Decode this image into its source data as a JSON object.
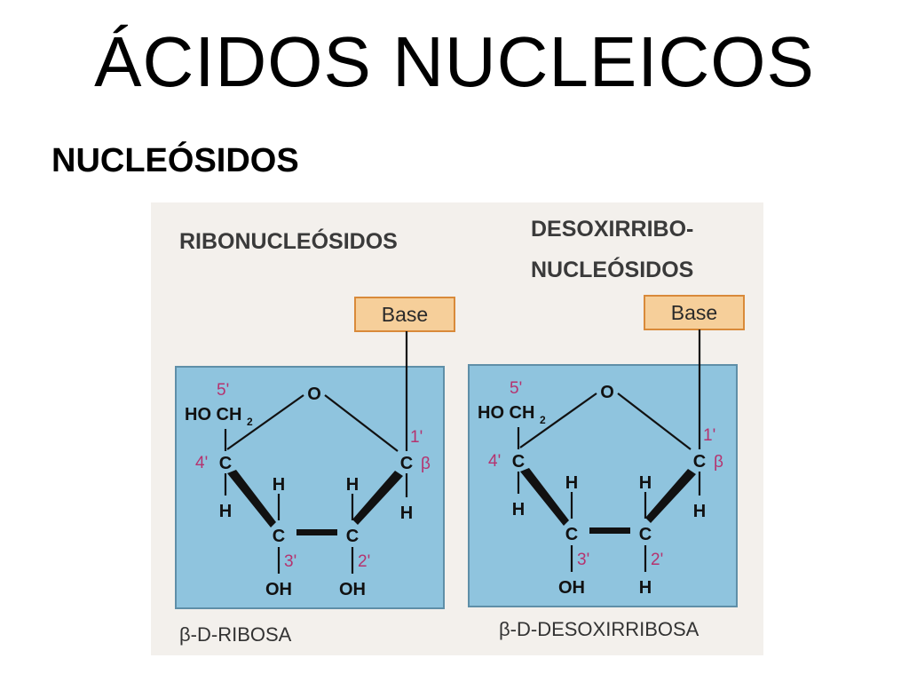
{
  "slide": {
    "title": "ÁCIDOS NUCLEICOS",
    "subtitle": "NUCLEÓSIDOS"
  },
  "figure": {
    "colors": {
      "panel": "#8fc4de",
      "panel_border": "#5f8fa8",
      "base_box": "#f6cf9a",
      "base_border": "#d98a3a",
      "numbering": "#b5336f"
    },
    "left": {
      "header": "RIBONUCLEÓSIDOS",
      "base_label": "Base",
      "ring_oxygen": "O",
      "ho_ch": "HO CH",
      "ch_subscript": "2",
      "pos5": "5'",
      "pos4": "4'",
      "pos3": "3'",
      "pos2": "2'",
      "pos1": "1'",
      "beta": "β",
      "c4": "C",
      "c3": "C",
      "c2": "C",
      "c1": "C",
      "h4": "H",
      "h3": "H",
      "h2": "H",
      "h1": "H",
      "sub3": "OH",
      "sub2": "OH",
      "caption": "β-D-RIBOSA"
    },
    "right": {
      "header_line1": "DESOXIRRIBO-",
      "header_line2": "NUCLEÓSIDOS",
      "base_label": "Base",
      "ring_oxygen": "O",
      "ho_ch": "HO CH",
      "ch_subscript": "2",
      "pos5": "5'",
      "pos4": "4'",
      "pos3": "3'",
      "pos2": "2'",
      "pos1": "1'",
      "beta": "β",
      "c4": "C",
      "c3": "C",
      "c2": "C",
      "c1": "C",
      "h4": "H",
      "h3": "H",
      "h2": "H",
      "h1": "H",
      "sub3": "OH",
      "sub2": "H",
      "caption": "β-D-DESOXIRRIBOSA"
    }
  }
}
